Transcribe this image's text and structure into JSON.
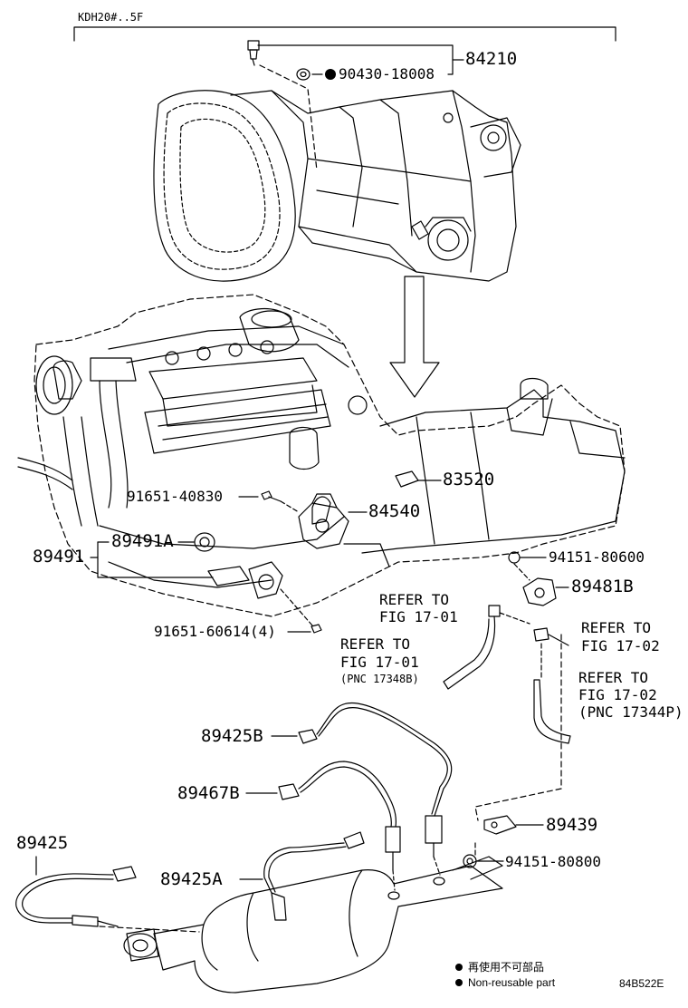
{
  "header": {
    "model_code": "KDH20#..5F"
  },
  "parts": {
    "p84210": "84210",
    "p90430_18008": "90430-18008",
    "p83520": "83520",
    "p91651_40830": "91651-40830",
    "p84540": "84540",
    "p89491": "89491",
    "p89491A": "89491A",
    "p94151_80600": "94151-80600",
    "p89481B": "89481B",
    "p91651_60614": "91651-60614(4)",
    "p89425B": "89425B",
    "p89467B": "89467B",
    "p89425": "89425",
    "p89425A": "89425A",
    "p89439": "89439",
    "p94151_80800": "94151-80800"
  },
  "refs": {
    "ref1_line1": "REFER TO",
    "ref1_line2": "FIG 17-01",
    "ref2_line1": "REFER TO",
    "ref2_line2": "FIG 17-01",
    "ref2_line3": "(PNC 17348B)",
    "ref3_line1": "REFER TO",
    "ref3_line2": "FIG 17-02",
    "ref4_line1": "REFER TO",
    "ref4_line2": "FIG 17-02",
    "ref4_line3": "(PNC 17344P)"
  },
  "legend": {
    "cn_text": "再使用不可部品",
    "en_text": "Non-reusable part"
  },
  "footer": {
    "figure_code": "84B522E"
  },
  "icons": {
    "legend_bullet": "filled-circle-icon",
    "arrow": "down-arrow-icon"
  }
}
